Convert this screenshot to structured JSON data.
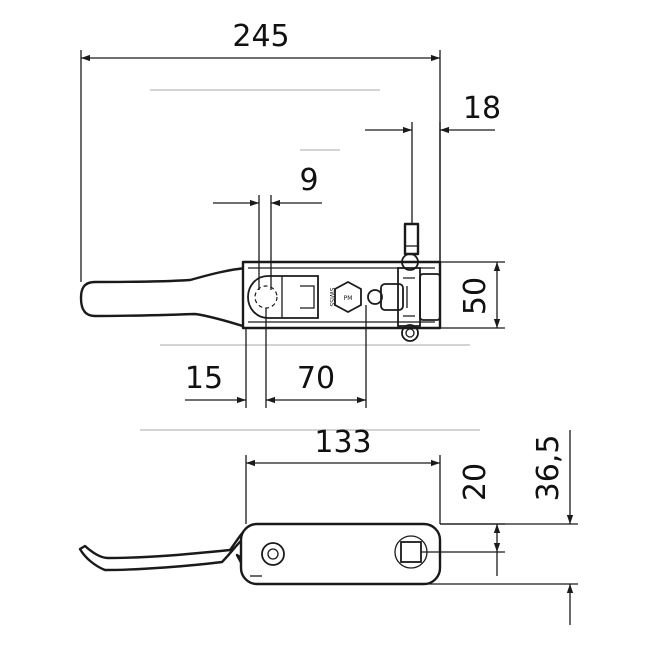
{
  "dimensions": {
    "overall_length": "245",
    "pin_offset": "18",
    "slot_width": "9",
    "body_height": "50",
    "handle_offset": "15",
    "hole_spacing": "70",
    "base_length": "133",
    "base_height": "20",
    "total_height": "36,5"
  },
  "branding": {
    "country": "SWISS",
    "logo_text": "PM"
  },
  "colors": {
    "line": "#1a1a1a",
    "ghost": "#d4d4d4",
    "background": "#ffffff"
  }
}
